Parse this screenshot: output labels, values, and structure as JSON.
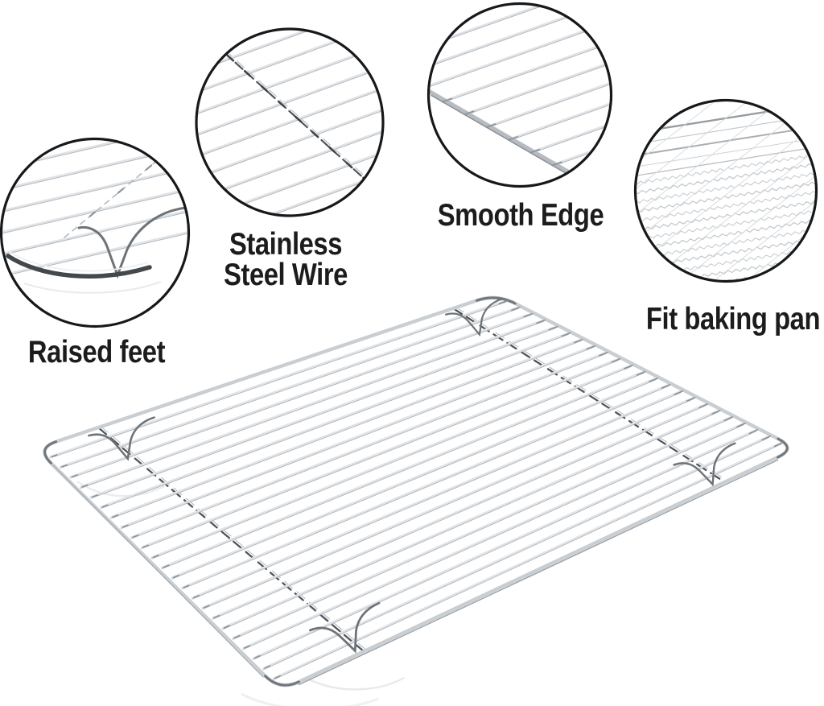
{
  "page": {
    "background": "#ffffff"
  },
  "callouts": {
    "raised_feet": {
      "label": "Raised feet"
    },
    "stainless_steel_wire": {
      "line1": "Stainless",
      "line2": "Steel Wire"
    },
    "smooth_edge": {
      "label": "Smooth Edge"
    },
    "fit_baking_pan": {
      "label": "Fit baking pan"
    }
  },
  "colors": {
    "text": "#1c1c1c",
    "circle_ring": "#17181a",
    "wire_light": "#e1e4e7",
    "wire_dark": "#b3b9bf",
    "tick": "#899096",
    "frame": "#c9ced2",
    "frame_dark": "#71777d",
    "bar_dark": "#50555a",
    "bar_hi": "#a9afb4",
    "foot": "#6d7378",
    "arc_dark": "#43484d"
  }
}
